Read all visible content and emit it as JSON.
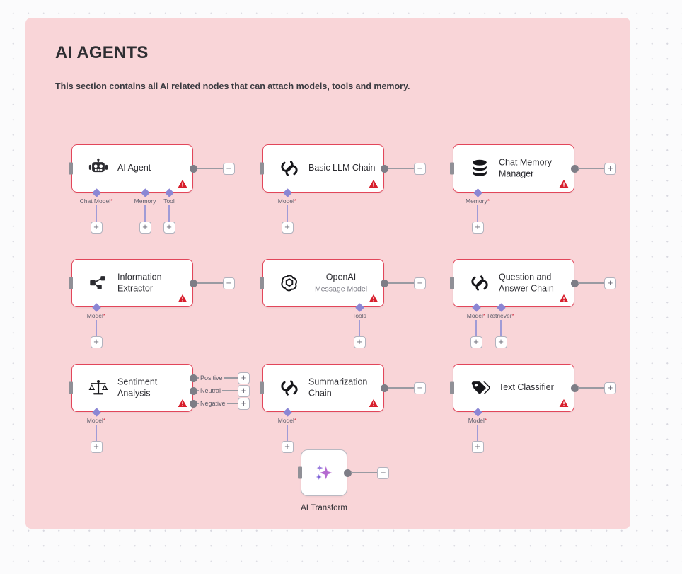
{
  "section": {
    "title": "AI AGENTS",
    "description": "This section contains all AI related nodes that can attach models, tools and memory.",
    "background_color": "#f9d5d8"
  },
  "canvas": {
    "background_color": "#fbfbfc",
    "grid": "dotted"
  },
  "palette": {
    "node_border_error": "#e2465a",
    "node_background": "#ffffff",
    "connector_gray": "#7d7d86",
    "diamond_purple": "#8b86d4",
    "warning_red": "#d81e2c"
  },
  "plus_label": "+",
  "nodes": [
    {
      "id": "ai-agent",
      "title": "AI Agent",
      "subtitle": "",
      "icon": "robot-icon",
      "has_issue": true,
      "outputs": [
        {
          "label": ""
        }
      ],
      "sub_connectors": [
        {
          "label": "Chat Model",
          "required": true
        },
        {
          "label": "Memory",
          "required": false
        },
        {
          "label": "Tool",
          "required": false
        }
      ]
    },
    {
      "id": "basic-llm-chain",
      "title": "Basic LLM Chain",
      "subtitle": "",
      "icon": "chain-link-icon",
      "has_issue": true,
      "outputs": [
        {
          "label": ""
        }
      ],
      "sub_connectors": [
        {
          "label": "Model",
          "required": true
        }
      ]
    },
    {
      "id": "chat-memory-manager",
      "title": "Chat Memory Manager",
      "subtitle": "",
      "icon": "database-icon",
      "has_issue": true,
      "outputs": [
        {
          "label": ""
        }
      ],
      "sub_connectors": [
        {
          "label": "Memory",
          "required": true
        }
      ]
    },
    {
      "id": "information-extractor",
      "title": "Information Extractor",
      "subtitle": "",
      "icon": "node-graph-icon",
      "has_issue": true,
      "outputs": [
        {
          "label": ""
        }
      ],
      "sub_connectors": [
        {
          "label": "Model",
          "required": true
        }
      ]
    },
    {
      "id": "openai",
      "title": "OpenAI",
      "subtitle": "Message Model",
      "icon": "openai-icon",
      "has_issue": true,
      "outputs": [
        {
          "label": ""
        }
      ],
      "sub_connectors": [
        {
          "label": "Tools",
          "required": false
        }
      ]
    },
    {
      "id": "question-and-answer-chain",
      "title": "Question and Answer Chain",
      "subtitle": "",
      "icon": "chain-link-icon",
      "has_issue": true,
      "outputs": [
        {
          "label": ""
        }
      ],
      "sub_connectors": [
        {
          "label": "Model",
          "required": true
        },
        {
          "label": "Retriever",
          "required": true
        }
      ]
    },
    {
      "id": "sentiment-analysis",
      "title": "Sentiment Analysis",
      "subtitle": "",
      "icon": "scales-icon",
      "has_issue": true,
      "outputs": [
        {
          "label": "Positive"
        },
        {
          "label": "Neutral"
        },
        {
          "label": "Negative"
        }
      ],
      "sub_connectors": [
        {
          "label": "Model",
          "required": true
        }
      ]
    },
    {
      "id": "summarization-chain",
      "title": "Summarization Chain",
      "subtitle": "",
      "icon": "chain-link-icon",
      "has_issue": true,
      "outputs": [
        {
          "label": ""
        }
      ],
      "sub_connectors": [
        {
          "label": "Model",
          "required": true
        }
      ]
    },
    {
      "id": "text-classifier",
      "title": "Text Classifier",
      "subtitle": "",
      "icon": "tags-icon",
      "has_issue": true,
      "outputs": [
        {
          "label": ""
        }
      ],
      "sub_connectors": [
        {
          "label": "Model",
          "required": true
        }
      ]
    },
    {
      "id": "ai-transform",
      "title": "AI Transform",
      "subtitle": "",
      "icon": "sparkles-icon",
      "has_issue": false,
      "outputs": [
        {
          "label": ""
        }
      ],
      "sub_connectors": []
    }
  ]
}
